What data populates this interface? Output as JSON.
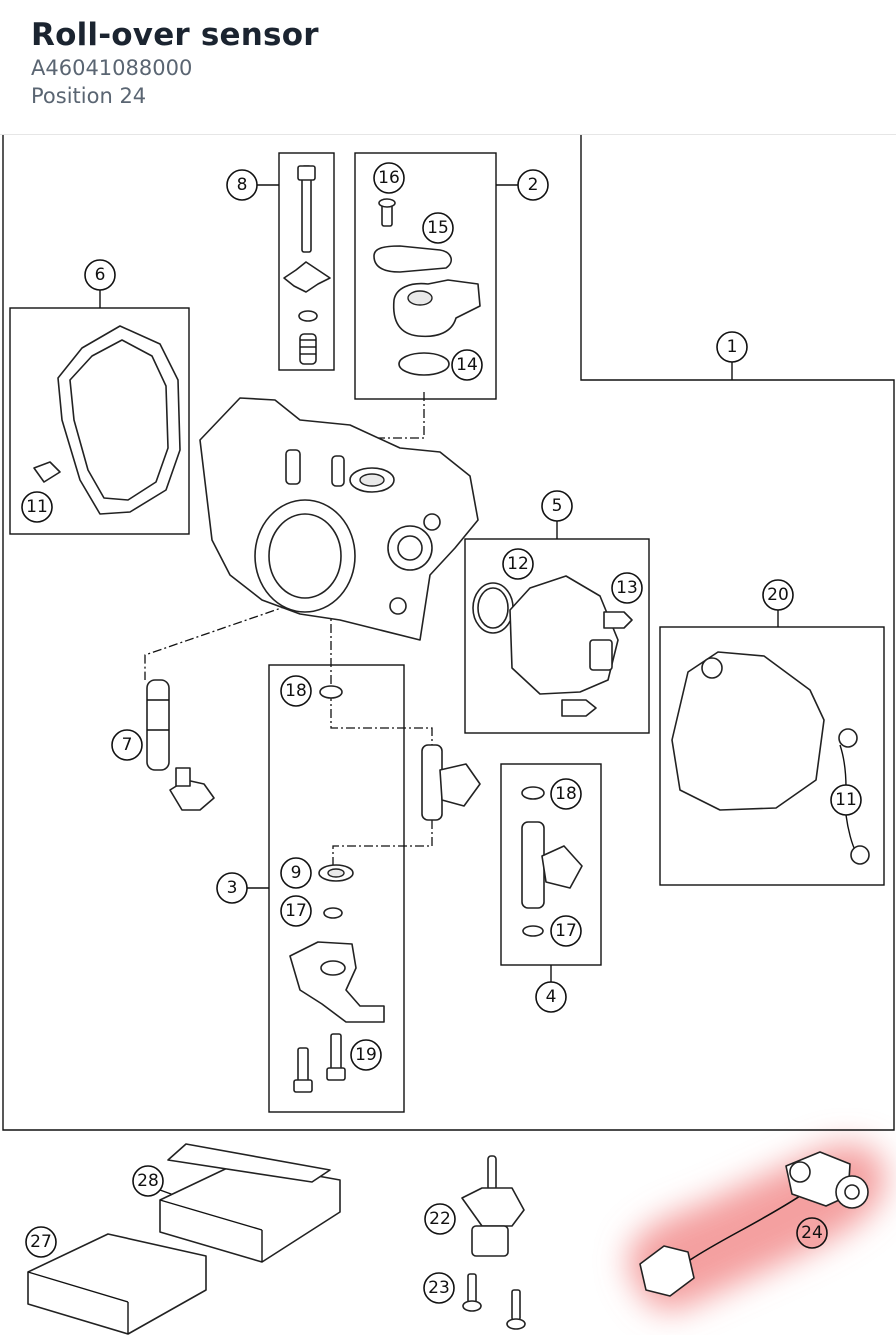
{
  "header": {
    "title": "Roll-over sensor",
    "part_number": "A46041088000",
    "position": "Position 24"
  },
  "colors": {
    "highlight": "#f08080",
    "line": "#111111",
    "subtitle": "#5a6572"
  },
  "callouts": {
    "c1": "1",
    "c2": "2",
    "c3": "3",
    "c4": "4",
    "c5": "5",
    "c6": "6",
    "c7": "7",
    "c8": "8",
    "c9": "9",
    "c11a": "11",
    "c11b": "11",
    "c12": "12",
    "c13": "13",
    "c14": "14",
    "c15": "15",
    "c16": "16",
    "c17a": "17",
    "c17b": "17",
    "c18a": "18",
    "c18b": "18",
    "c19": "19",
    "c20": "20",
    "c22": "22",
    "c23": "23",
    "c24": "24",
    "c27": "27",
    "c28": "28"
  }
}
